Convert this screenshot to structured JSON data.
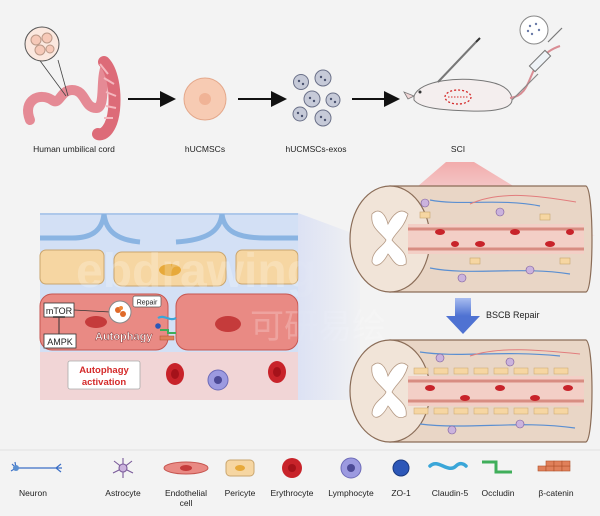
{
  "pipeline": {
    "step1": "Human umbilical cord",
    "step2": "hUCMSCs",
    "step3": "hUCMSCs-exos",
    "step4": "SCI"
  },
  "mechanism": {
    "mtor": "mTOR",
    "ampk": "AMPK",
    "repair": "Repair",
    "autophagy": "Autophagy",
    "activation_line1": "Autophagy",
    "activation_line2": "activation"
  },
  "bscb_repair": "BSCB Repair",
  "watermark": {
    "latin": "ebdrawing",
    "cjk": "可研易绘"
  },
  "legend": {
    "neuron": "Neuron",
    "astrocyte": "Astrocyte",
    "endothelial_line1": "Endothelial",
    "endothelial_line2": "cell",
    "pericyte": "Pericyte",
    "erythrocyte": "Erythrocyte",
    "lymphocyte": "Lymphocyte",
    "zo1": "ZO-1",
    "claudin5": "Claudin-5",
    "occludin": "Occludin",
    "betacatenin": "β-catenin"
  },
  "colors": {
    "accent_red": "#d42a2a",
    "arrow_blue": "#5a7fd8",
    "endothelial": "#e98a84",
    "pericyte": "#f6d6a2",
    "erythrocyte": "#c8232a",
    "lymphocyte": "#9c9ae0",
    "zo1": "#2c57b8",
    "claudin5": "#3aa6d8",
    "occludin": "#3fae5a",
    "betacatenin": "#e0805a"
  }
}
